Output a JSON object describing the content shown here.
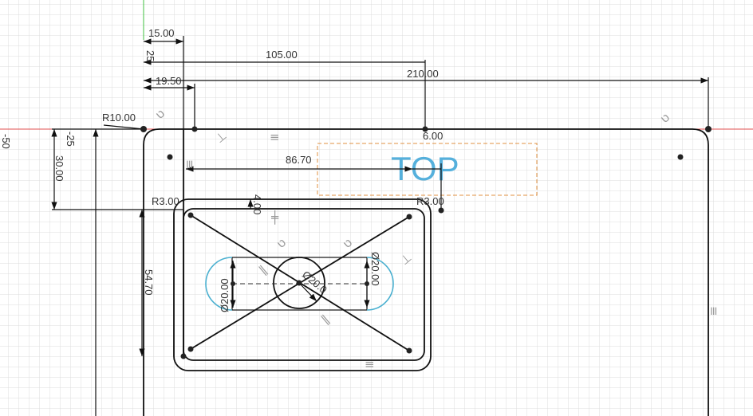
{
  "view_label": "TOP",
  "colors": {
    "x_axis": "#e05050",
    "y_axis": "#40c040",
    "profile_fill": "#e6f1fa",
    "grid": "#dcdcdc",
    "slot_arc": "#4ab0d0",
    "view_box": "#e09040",
    "view_label": "#55b0dc"
  },
  "dimensions": {
    "d15": "15.00",
    "d25": "25",
    "d105": "105.00",
    "d210": "210.00",
    "d1950": "19.50",
    "r10": "R10.00",
    "neg25": "-25",
    "d30": "30.00",
    "neg50": "-50",
    "d8670": "86.70",
    "d6": "6.00",
    "d4": "4.00",
    "r3a": "R3.00",
    "r3b": "R3.00",
    "d5470": "54.70",
    "dia_slot_left": "Ø20.00",
    "dia_slot_right": "Ø20.00",
    "dia_circle": "Ø20.0"
  }
}
